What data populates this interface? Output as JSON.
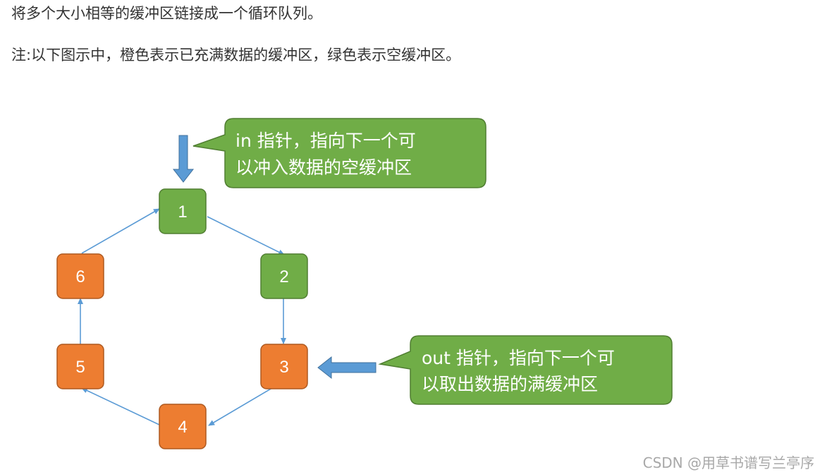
{
  "intro": {
    "line1": "将多个大小相等的缓冲区链接成一个循环队列。",
    "line2": "注:以下图示中，橙色表示已充满数据的缓冲区，绿色表示空缓冲区。"
  },
  "diagram": {
    "nodes": [
      {
        "id": "1",
        "label": "1",
        "state": "empty"
      },
      {
        "id": "2",
        "label": "2",
        "state": "empty"
      },
      {
        "id": "3",
        "label": "3",
        "state": "full"
      },
      {
        "id": "4",
        "label": "4",
        "state": "full"
      },
      {
        "id": "5",
        "label": "5",
        "state": "full"
      },
      {
        "id": "6",
        "label": "6",
        "state": "full"
      }
    ],
    "edges": [
      [
        "1",
        "2"
      ],
      [
        "2",
        "3"
      ],
      [
        "3",
        "4"
      ],
      [
        "4",
        "5"
      ],
      [
        "5",
        "6"
      ],
      [
        "6",
        "1"
      ]
    ],
    "in_callout": {
      "line1": "in 指针，指向下一个可",
      "line2": "以冲入数据的空缓冲区"
    },
    "out_callout": {
      "line1": "out 指针，指向下一个可",
      "line2": "以取出数据的满缓冲区"
    }
  },
  "colors": {
    "empty": "#70ad47",
    "full": "#ed7d31",
    "pointer_arrow": "#5b9bd5",
    "edge": "#5b9bd5"
  },
  "watermark": "CSDN @用草书谱写兰亭序"
}
